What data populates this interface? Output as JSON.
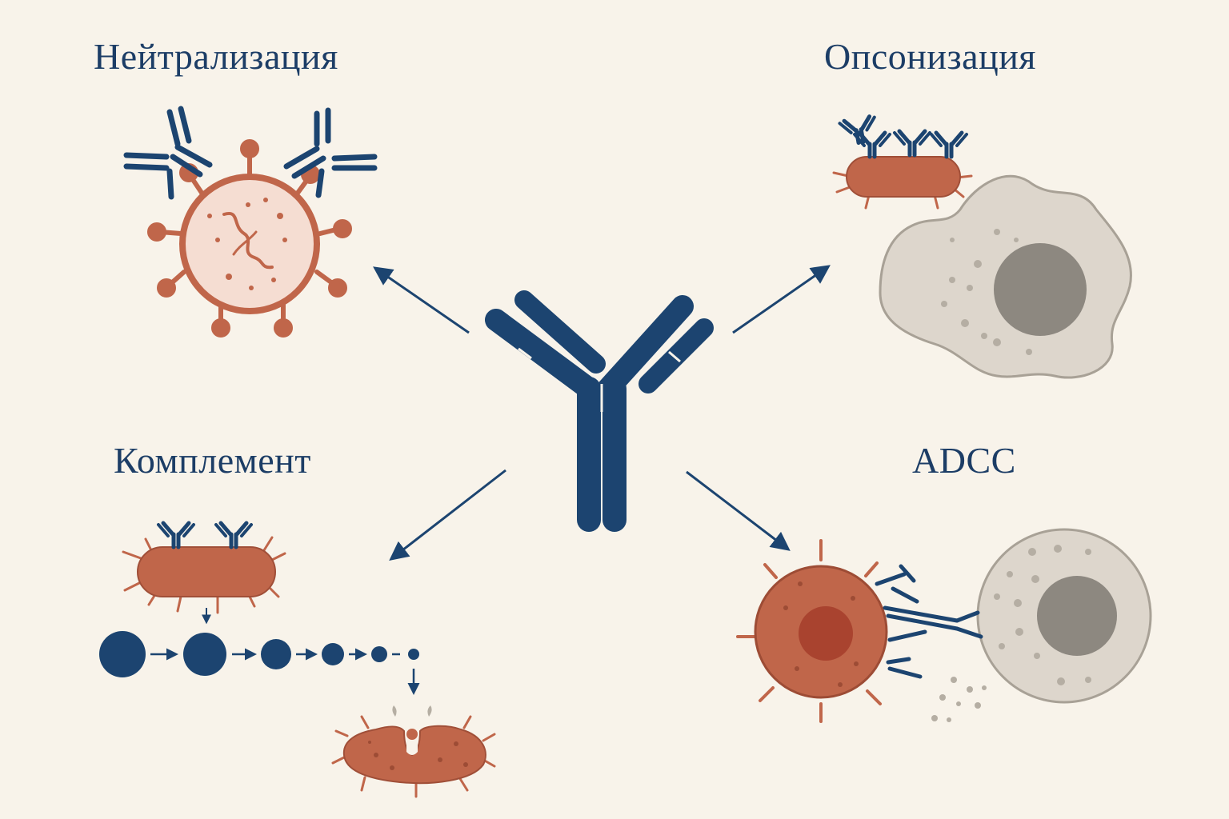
{
  "labels": {
    "neutralization": "Нейтрализация",
    "opsonization": "Опсонизация",
    "complement": "Комплемент",
    "adcc": "ADCC"
  },
  "colors": {
    "antibody": "#1c4470",
    "pathogen": "#c0664a",
    "pathogen_light": "#f5ddd2",
    "immune_cell": "#ddd6cc",
    "nucleus": "#8d8880",
    "background": "#f8f3ea"
  },
  "icons": {
    "center": "antibody-icon",
    "neutralization": "virus-icon",
    "opsonization": "macrophage-icon",
    "complement": "bacterium-lysis-icon",
    "adcc": "nk-cell-icon"
  }
}
